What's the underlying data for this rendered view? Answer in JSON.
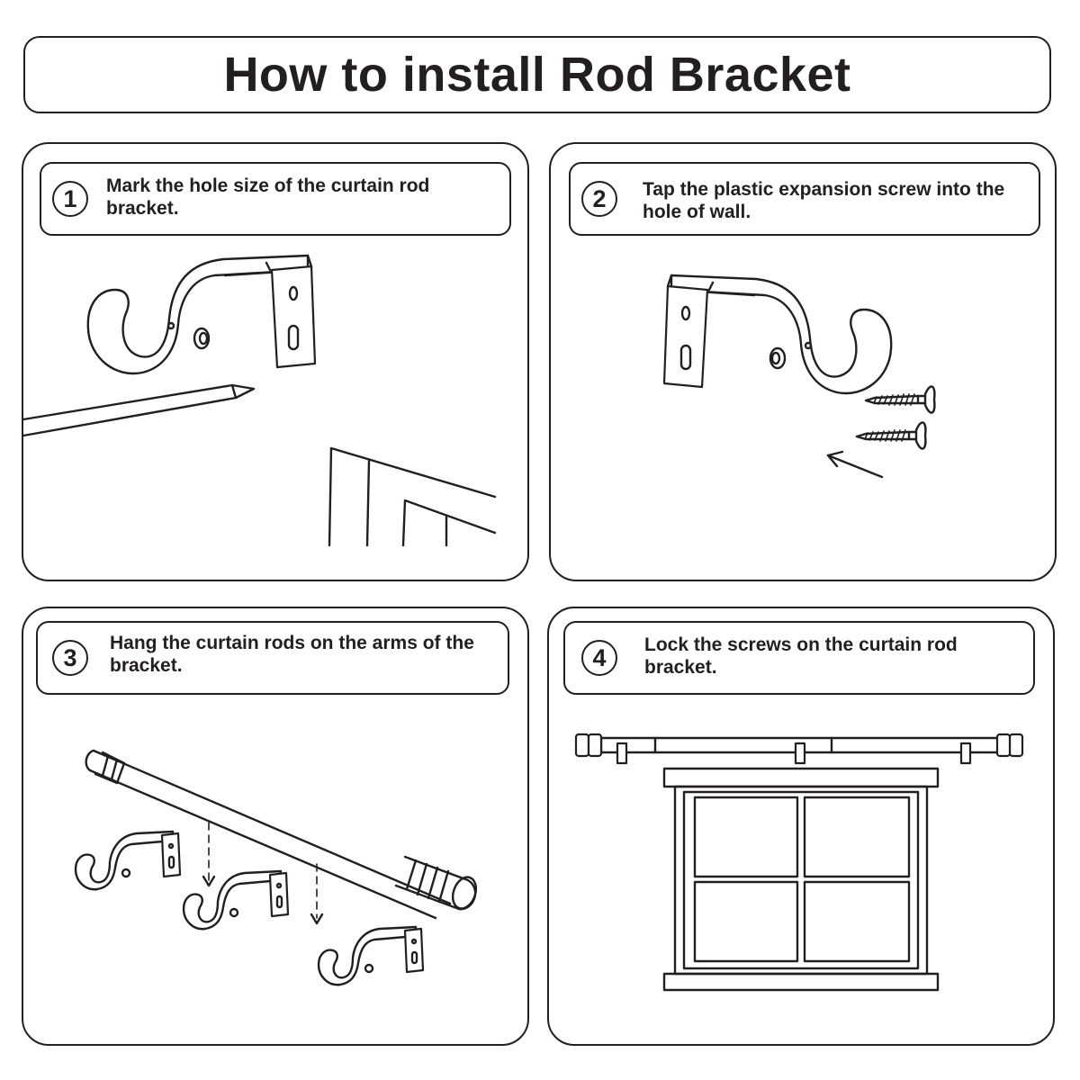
{
  "title": "How to install Rod Bracket",
  "steps": [
    {
      "number": "1",
      "text": "Mark the hole size of the curtain rod bracket."
    },
    {
      "number": "2",
      "text": "Tap the plastic expansion screw into the hole of wall."
    },
    {
      "number": "3",
      "text": "Hang the curtain rods on the arms of the bracket."
    },
    {
      "number": "4",
      "text": "Lock the screws on the curtain rod bracket."
    }
  ],
  "colors": {
    "ink": "#231f20",
    "background": "#ffffff"
  }
}
